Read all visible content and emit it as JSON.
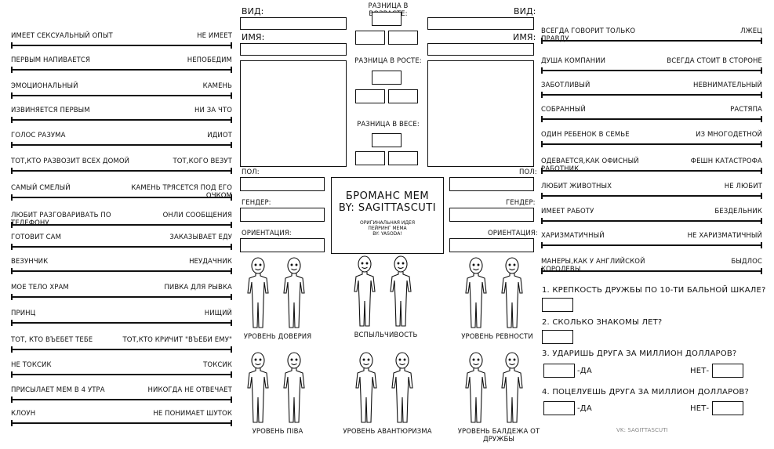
{
  "center": {
    "age_diff": "Разница в возрасте:",
    "height_diff": "Разница в росте:",
    "weight_diff": "Разница в весе:",
    "title1": "Броманс мем",
    "title2": "by: sagittascuti",
    "orig1": "оригинальная идея",
    "orig2": "пейринг мема",
    "orig3": "by: yasoda!"
  },
  "left_card": {
    "vid": "ВИД:",
    "name": "ИМЯ:",
    "pol": "ПОЛ:",
    "gender": "ГЕНДЕР:",
    "orient": "ОРИЕНТАЦИЯ:"
  },
  "right_card": {
    "vid": "ВИД:",
    "name": "ИМЯ:",
    "pol": "ПОЛ:",
    "gender": "ГЕНДЕР:",
    "orient": "ОРИЕНТАЦИЯ:"
  },
  "left_scales": [
    {
      "l": "Имеет сексуальный опыт",
      "r": "Не имеет"
    },
    {
      "l": "Первым напивается",
      "r": "Непобедим"
    },
    {
      "l": "Эмоциональный",
      "r": "Камень"
    },
    {
      "l": "Извиняется первым",
      "r": "Ни за что"
    },
    {
      "l": "Голос разума",
      "r": "Идиот"
    },
    {
      "l": "Тот,кто развозит всех домой",
      "r": "Тот,кого везут"
    },
    {
      "l": "Самый смелый",
      "r": "Камень трясется под его очком"
    },
    {
      "l": "Любит разговаривать по телефону",
      "r": "Онли сообщения"
    },
    {
      "l": "Готовит сам",
      "r": "Заказывает еду"
    },
    {
      "l": "Везунчик",
      "r": "Неудачник"
    },
    {
      "l": "Мое тело храм",
      "r": "Пивка для рывка"
    },
    {
      "l": "Принц",
      "r": "Нищий"
    },
    {
      "l": "Тот, кто въебет тебе",
      "r": "Тот,кто кричит \"въеби ему\""
    },
    {
      "l": "Не токсик",
      "r": "Токсик"
    },
    {
      "l": "Присылает мем в 4 утра",
      "r": "Никогда не отвечает"
    },
    {
      "l": "Клоун",
      "r": "Не понимает шуток"
    }
  ],
  "right_scales": [
    {
      "l": "Всегда говорит только правду",
      "r": "Лжец"
    },
    {
      "l": "Душа компании",
      "r": "Всегда стоит в стороне"
    },
    {
      "l": "Заботливый",
      "r": "Невнимательный"
    },
    {
      "l": "Собранный",
      "r": "Растяпа"
    },
    {
      "l": "Один ребенок в семье",
      "r": "Из многодетной"
    },
    {
      "l": "Одевается,как офисный работник",
      "r": "Фешн катастрофа"
    },
    {
      "l": "Любит животных",
      "r": "Не любит"
    },
    {
      "l": "Имеет работу",
      "r": "Бездельник"
    },
    {
      "l": "Харизматичный",
      "r": "Не харизматичный"
    },
    {
      "l": "Манеры,как у английской королевы",
      "r": "Быдлос"
    }
  ],
  "figures": {
    "trust": "Уровень доверия",
    "temper": "Вспыльчивость",
    "jealousy": "Уровень ревности",
    "beer": "Уровень піва",
    "adventure": "Уровень авантюризма",
    "bullshit": "Уровень балдежа от дружбы"
  },
  "questions": {
    "q1": "1. Крепкость дружбы по 10-ти бальной шкале?",
    "q2": "2. Сколько знакомы лет?",
    "q3": "3. Ударишь друга за миллион долларов?",
    "q4": "4. Поцелуешь друга за миллион долларов?",
    "yes": "-да",
    "no": "нет-"
  },
  "credit": "vk: sagittascuti"
}
